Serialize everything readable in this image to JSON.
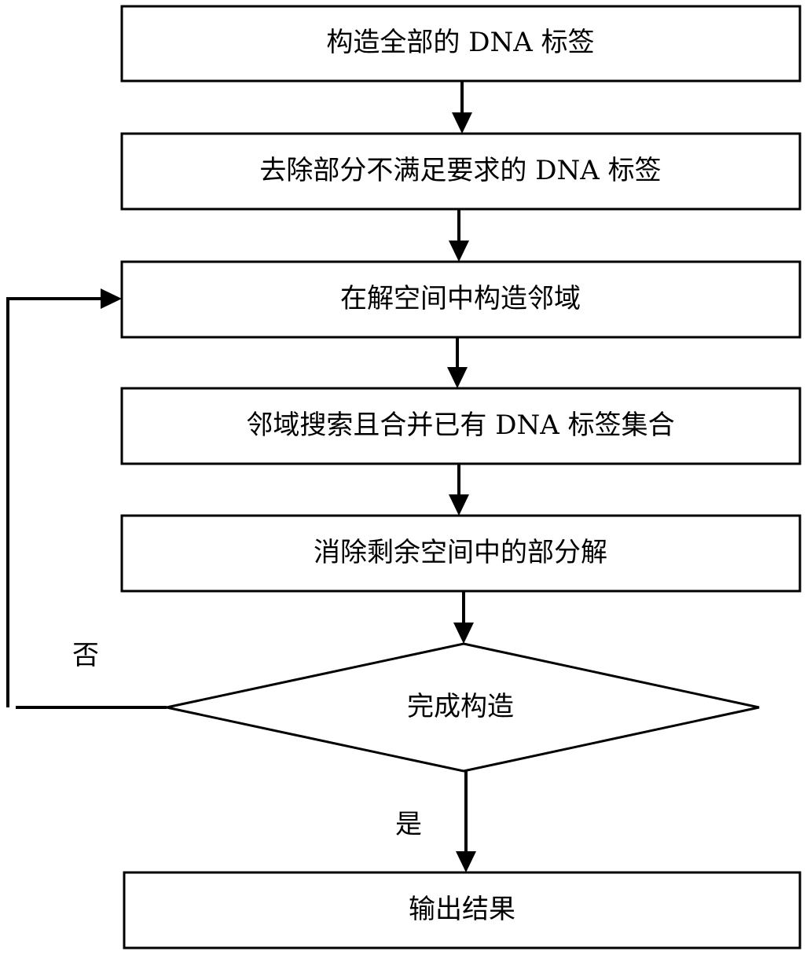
{
  "steps": [
    {
      "label": "构造全部的 DNA 标签"
    },
    {
      "label": "去除部分不满足要求的 DNA 标签"
    },
    {
      "label": "在解空间中构造邻域"
    },
    {
      "label": "邻域搜索且合并已有 DNA 标签集合"
    },
    {
      "label": "消除剩余空间中的部分解"
    }
  ],
  "decision": {
    "label": "完成构造"
  },
  "output": {
    "label": "输出结果"
  },
  "edges": {
    "no_label": "否",
    "yes_label": "是"
  }
}
